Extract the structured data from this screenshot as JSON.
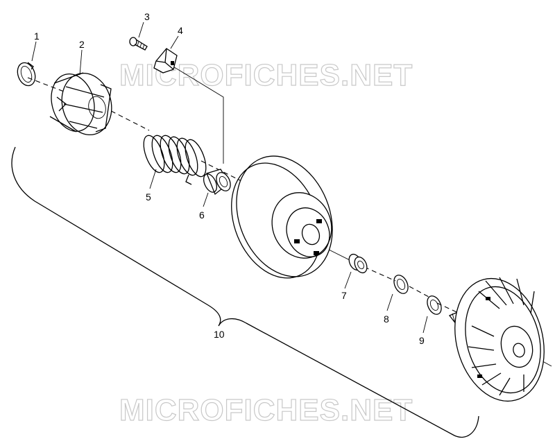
{
  "watermark": {
    "top": "MICROFICHES.NET",
    "bottom": "MICROFICHES.NET"
  },
  "callouts": {
    "c1": "1",
    "c2": "2",
    "c3": "3",
    "c4": "4",
    "c5": "5",
    "c6": "6",
    "c7": "7",
    "c8": "8",
    "c9": "9",
    "c10": "10"
  }
}
